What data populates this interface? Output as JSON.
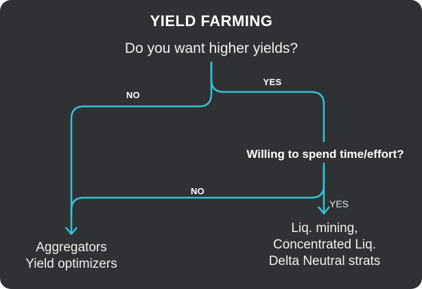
{
  "title": "YIELD FARMING",
  "colors": {
    "card_background": "#303134",
    "connector_line": "#2fc4d9",
    "title_text": "#ffffff",
    "body_text": "#f0f0f0"
  },
  "flow": {
    "q1": {
      "text": "Do you want higher yields?",
      "no_label": "NO",
      "yes_label": "YES"
    },
    "q2": {
      "text": "Willing to spend time/effort?",
      "no_label": "NO",
      "yes_label": "YES"
    },
    "outcome_aggregators": {
      "line1": "Aggregators",
      "line2": "Yield optimizers"
    },
    "outcome_active": {
      "line1": "Liq. mining,",
      "line2": "Concentrated Liq.",
      "line3": "Delta Neutral strats"
    }
  }
}
